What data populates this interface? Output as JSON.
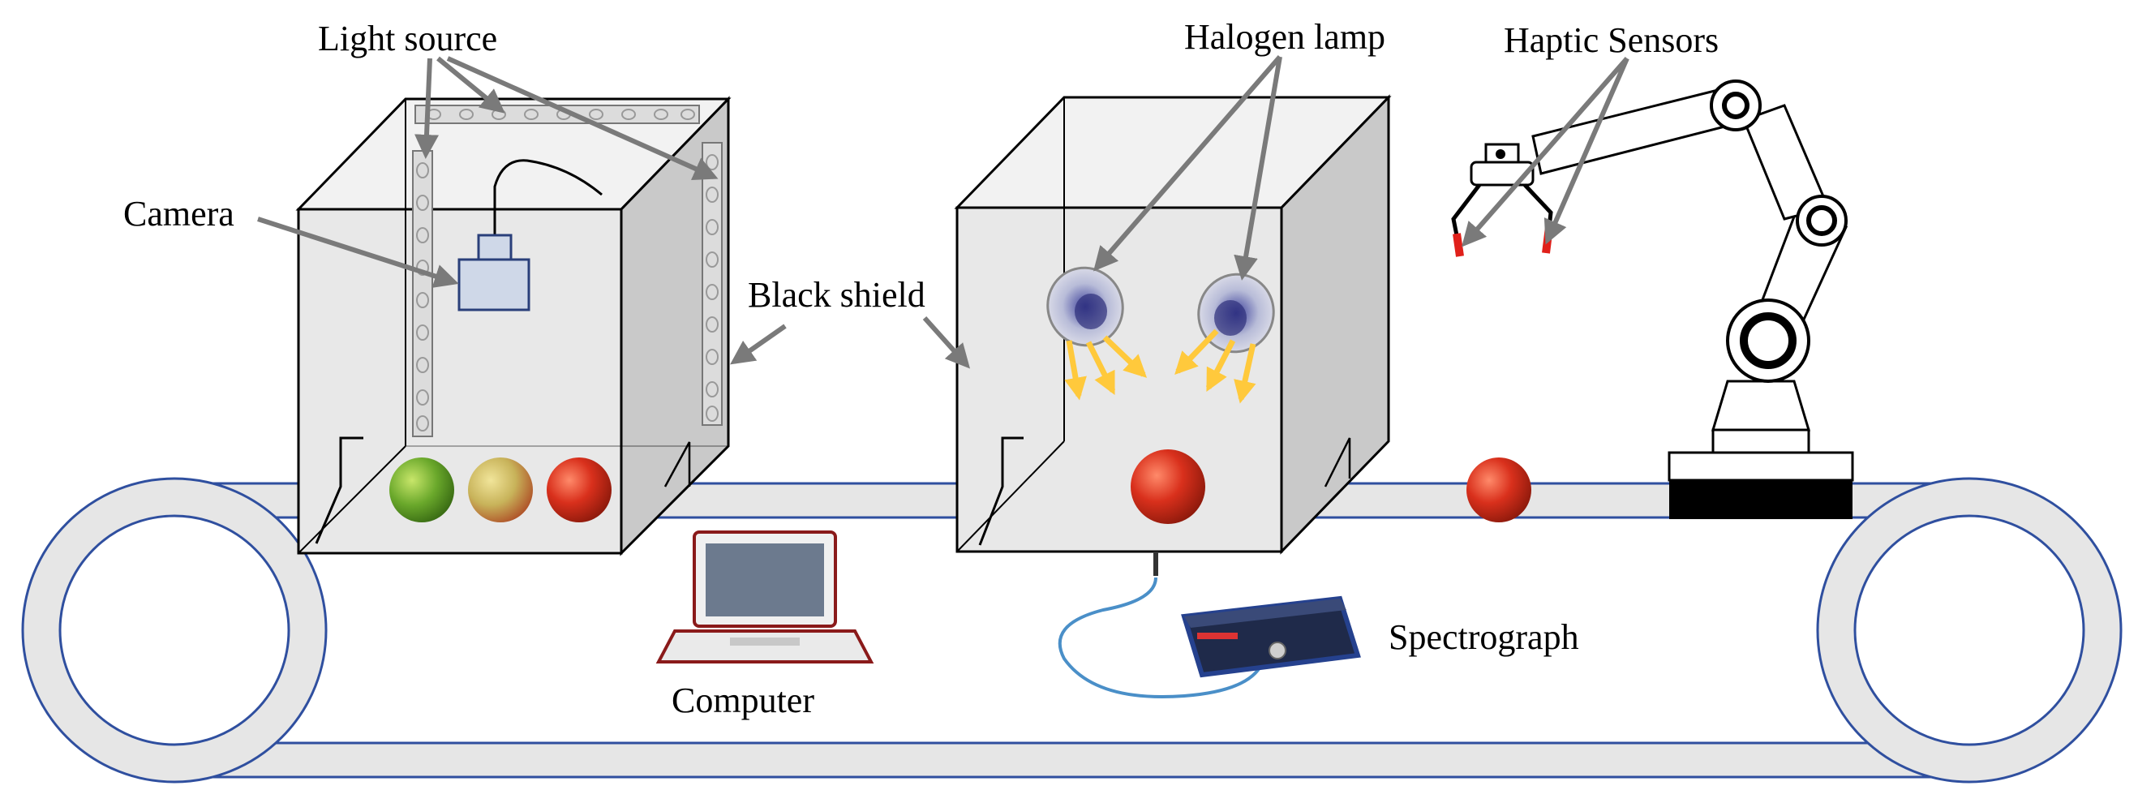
{
  "labels": {
    "light_source": "Light source",
    "camera": "Camera",
    "black_shield": "Black shield",
    "halogen_lamp": "Halogen lamp",
    "haptic_sensors": "Haptic Sensors",
    "computer": "Computer",
    "spectrograph": "Spectrograph"
  },
  "colors": {
    "belt_outline": "#2f4f9f",
    "belt_fill": "#e6e6e6",
    "box_front": "#e8e8e8",
    "box_side": "#c9c9c9",
    "arrow": "#7a7a7a",
    "light_ray": "#ffc93c",
    "tomato_red": "#d9301c",
    "tomato_green": "#6aa82b",
    "cable": "#4a8fc8"
  }
}
